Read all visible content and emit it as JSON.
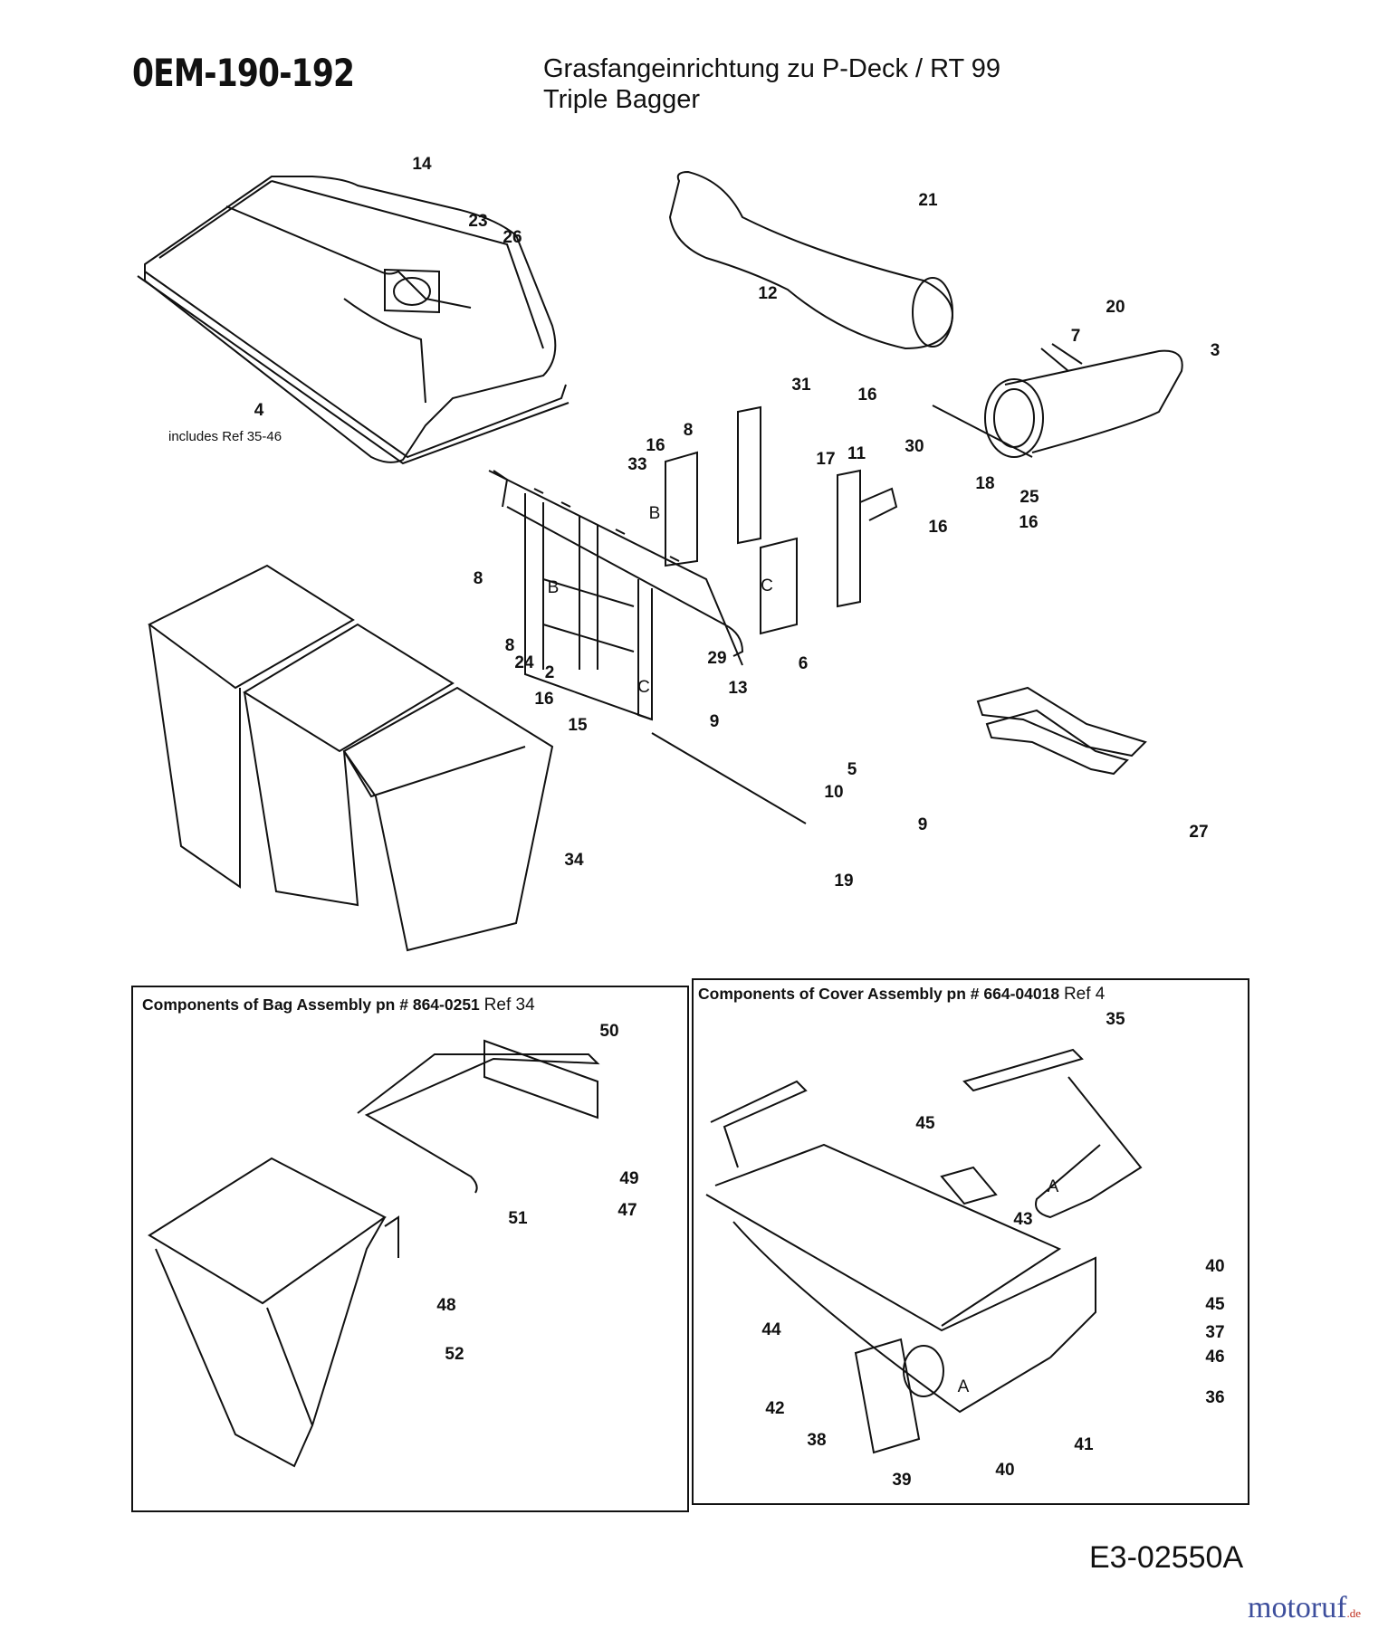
{
  "header": {
    "model_code": "0EM-190-192",
    "title_line1": "Grasfangeinrichtung  zu P-Deck / RT 99",
    "title_line2": "Triple Bagger"
  },
  "cover_note": "includes Ref 35-46",
  "bag_box": {
    "title": "Components of Bag Assembly pn # 864-0251",
    "ref": "Ref 34"
  },
  "cover_box": {
    "title": "Components of Cover Assembly pn # 664-04018",
    "ref": "Ref 4"
  },
  "footer": {
    "drawing_code": "E3-02550A",
    "logo": "motoruf",
    "logo_suffix": ".de"
  },
  "callouts_main": [
    "14",
    "23",
    "26",
    "21",
    "12",
    "20",
    "7",
    "3",
    "16",
    "4",
    "31",
    "8",
    "16",
    "33",
    "17",
    "11",
    "30",
    "18",
    "25",
    "16",
    "16",
    "8",
    "29",
    "6",
    "8",
    "24",
    "2",
    "16",
    "15",
    "9",
    "13",
    "5",
    "10",
    "9",
    "19",
    "27",
    "34"
  ],
  "callouts_bag": [
    "50",
    "49",
    "47",
    "51",
    "48",
    "52"
  ],
  "callouts_cover": [
    "35",
    "45",
    "43",
    "40",
    "45",
    "37",
    "46",
    "36",
    "44",
    "42",
    "38",
    "41",
    "39",
    "40"
  ],
  "letters": [
    "B",
    "B",
    "C",
    "C",
    "A",
    "A"
  ]
}
